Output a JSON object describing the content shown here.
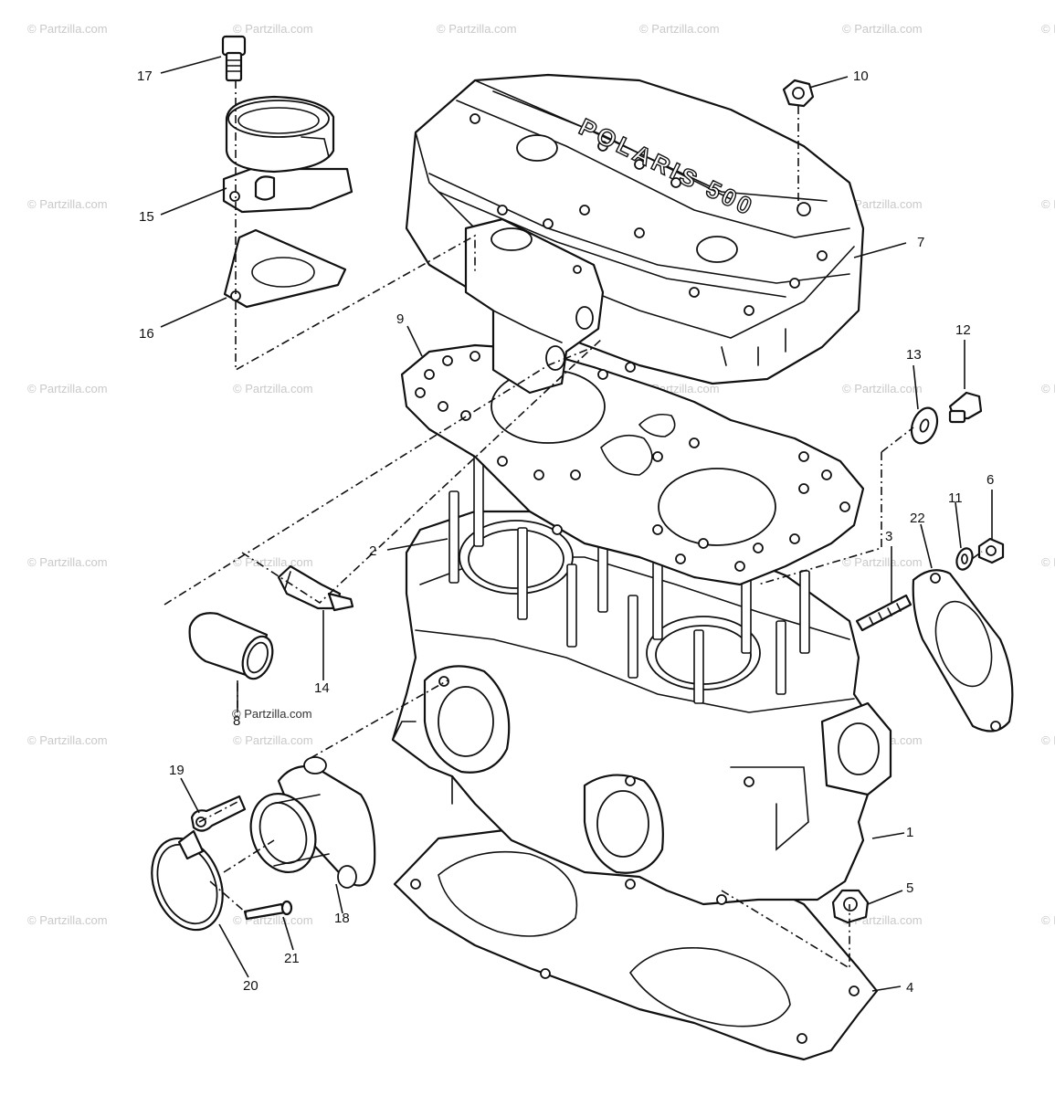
{
  "watermark": {
    "text": "© Partzilla.com",
    "inline_text": "© Partzilla.com"
  },
  "brand_marking": "POLARIS 500",
  "callouts": [
    "1",
    "2",
    "3",
    "4",
    "5",
    "6",
    "7",
    "8",
    "9",
    "10",
    "11",
    "12",
    "13",
    "14",
    "15",
    "16",
    "17",
    "18",
    "19",
    "20",
    "21",
    "22"
  ],
  "colors": {
    "ink": "#111111",
    "paper": "#ffffff",
    "watermark": "#c9c9c9"
  }
}
